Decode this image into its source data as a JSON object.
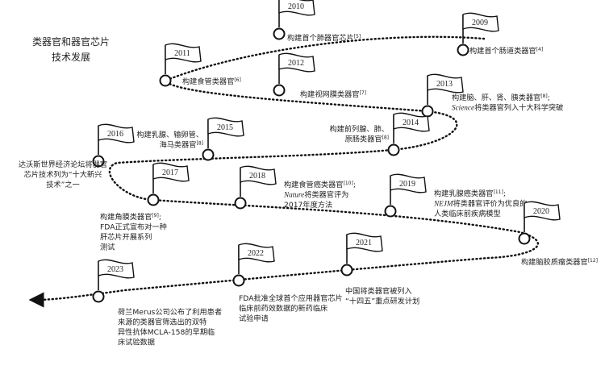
{
  "title": [
    "类器官和器官芯片",
    "技术发展"
  ],
  "events": [
    {
      "year": "2009",
      "lines": [
        "构建首个肠道类器官[4]"
      ]
    },
    {
      "year": "2010",
      "lines": [
        "构建首个肺器官芯片[5]"
      ]
    },
    {
      "year": "2011",
      "lines": [
        "构建食管类器官[6]"
      ]
    },
    {
      "year": "2012",
      "lines": [
        "构建视网膜类器官[7]"
      ]
    },
    {
      "year": "2013",
      "lines": [
        "构建脑、肝、肾、胰类器官[8];",
        "Science将类器官列入十大科学突破"
      ]
    },
    {
      "year": "2014",
      "lines": [
        "构建前列腺、肺、",
        "原肠类器官[8]"
      ]
    },
    {
      "year": "2015",
      "lines": [
        "构建乳腺、输卵管、",
        "海马类器官[8]"
      ]
    },
    {
      "year": "2016",
      "lines": [
        "达沃斯世界经济论坛将器官",
        "芯片技术列为“十大新兴",
        "技术”之一"
      ]
    },
    {
      "year": "2017",
      "lines": [
        "构建角膜类器官[9];",
        "FDA正式宣布对一种",
        "肝芯片开展系列",
        "测试"
      ]
    },
    {
      "year": "2018",
      "lines": [
        "构建食管癌类器官[10];",
        "Nature将类器官评为",
        "2017年度方法"
      ]
    },
    {
      "year": "2019",
      "lines": [
        "构建乳腺癌类器官[11];",
        "NEJM将类器官评价为优良的",
        "人类临床前疾病模型"
      ]
    },
    {
      "year": "2020",
      "lines": [
        "构建脑胶质瘤类器官[12]"
      ]
    },
    {
      "year": "2021",
      "lines": [
        "中国将类器官被列入",
        "“十四五”重点研发计划"
      ]
    },
    {
      "year": "2022",
      "lines": [
        "FDA批准全球首个应用器官芯片",
        "临床前药效数据的新药临床",
        "试验申请"
      ]
    },
    {
      "year": "2023",
      "lines": [
        "荷兰Merus公司公布了利用患者",
        "来源的类器官筛选出的双特",
        "异性抗体MCLA-158的早期临",
        "床试验数据"
      ]
    }
  ]
}
